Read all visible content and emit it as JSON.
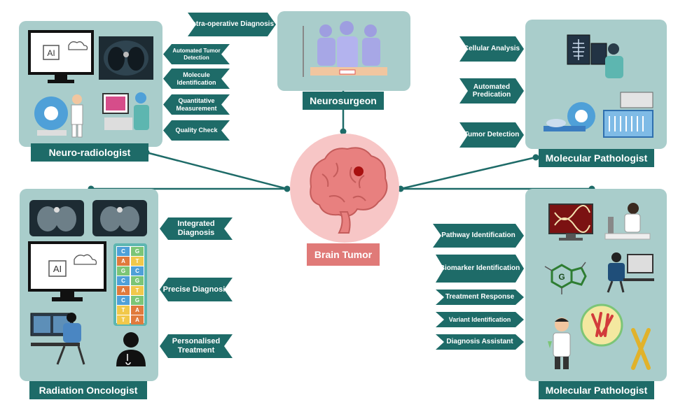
{
  "center": {
    "label": "Brain Tumor",
    "icon": "brain-tumor-icon"
  },
  "roles": {
    "neuroradiologist": {
      "title": "Neuro-radiologist",
      "tags": [
        "Automated Tumor Detection",
        "Molecule Identification",
        "Quantitative Measurement",
        "Quality Check"
      ]
    },
    "neurosurgeon": {
      "title": "Neurosurgeon",
      "tags": [
        "Intra-operative Diagnosis"
      ]
    },
    "molecular_top": {
      "title": "Molecular Pathologist",
      "tags": [
        "Cellular Analysis",
        "Automated Predication",
        "Tumor Detection"
      ]
    },
    "radiation_oncologist": {
      "title": "Radiation Oncologist",
      "tags": [
        "Integrated Diagnosis",
        "Precise Diagnosis",
        "Personalised Treatment"
      ]
    },
    "molecular_bottom": {
      "title": "Molecular Pathologist",
      "tags": [
        "Pathway Identification",
        "Biomarker Identification",
        "Treatment Response",
        "Variant Identification",
        "Diagnosis Assistant"
      ]
    }
  },
  "dna_pairs": [
    [
      "C",
      "G"
    ],
    [
      "A",
      "T"
    ],
    [
      "G",
      "C"
    ],
    [
      "C",
      "G"
    ],
    [
      "A",
      "T"
    ],
    [
      "C",
      "G"
    ],
    [
      "T",
      "A"
    ],
    [
      "T",
      "A"
    ]
  ],
  "ai_label": "AI",
  "molecule_label": "G",
  "colors": {
    "panel": "#a9cdcb",
    "accent": "#1e6b68",
    "center_circle": "#f7c6c6",
    "center_label": "#e07a78"
  }
}
